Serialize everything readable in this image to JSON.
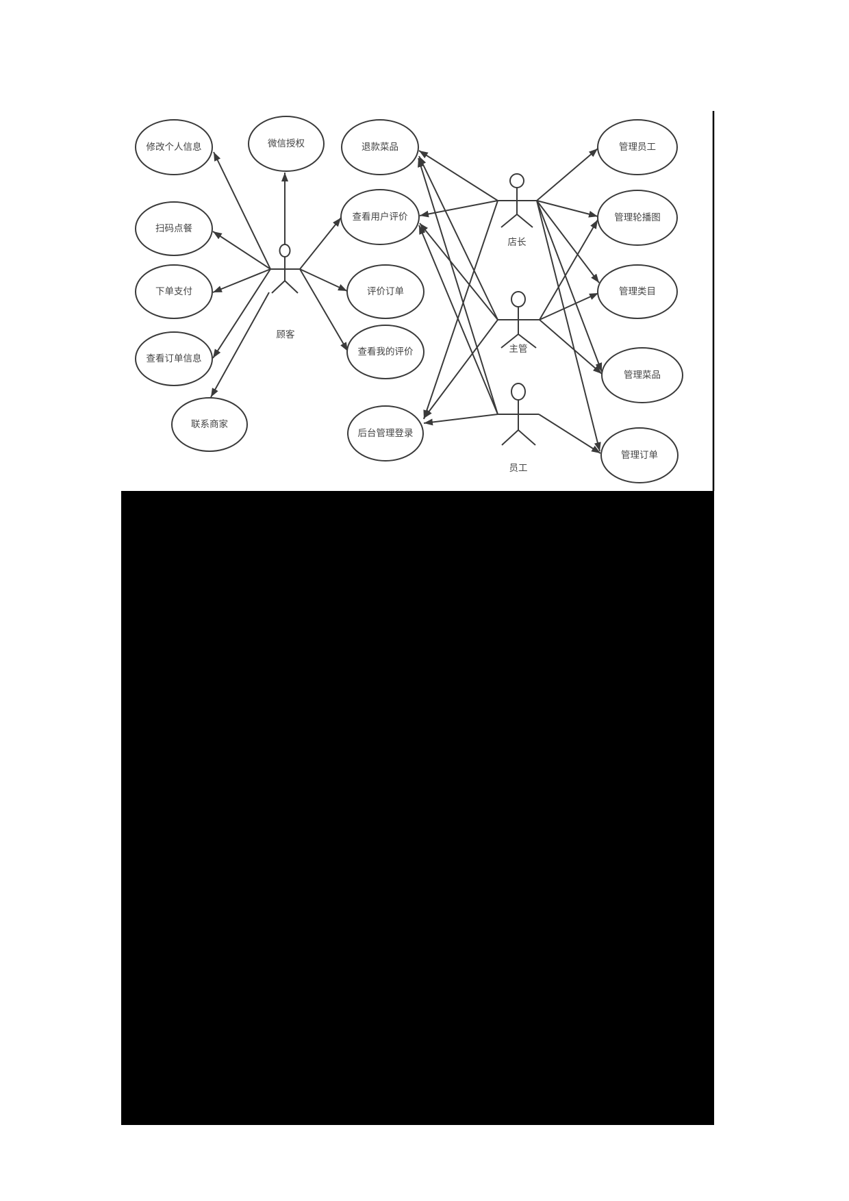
{
  "diagram": {
    "type": "use-case",
    "actors": [
      {
        "id": "customer",
        "label": "顾客"
      },
      {
        "id": "store_manager",
        "label": "店长"
      },
      {
        "id": "supervisor",
        "label": "主管"
      },
      {
        "id": "staff",
        "label": "员工"
      }
    ],
    "use_cases": [
      {
        "id": "edit_profile",
        "label": "修改个人信息"
      },
      {
        "id": "wechat_auth",
        "label": "微信授权"
      },
      {
        "id": "scan_order",
        "label": "扫码点餐"
      },
      {
        "id": "place_pay",
        "label": "下单支付"
      },
      {
        "id": "view_orders",
        "label": "查看订单信息"
      },
      {
        "id": "contact_merchant",
        "label": "联系商家"
      },
      {
        "id": "refund_dish",
        "label": "退款菜品"
      },
      {
        "id": "view_user_reviews",
        "label": "查看用户评价"
      },
      {
        "id": "review_order",
        "label": "评价订单"
      },
      {
        "id": "view_my_reviews",
        "label": "查看我的评价"
      },
      {
        "id": "admin_login",
        "label": "后台管理登录"
      },
      {
        "id": "manage_staff",
        "label": "管理员工"
      },
      {
        "id": "manage_carousel",
        "label": "管理轮播图"
      },
      {
        "id": "manage_categories",
        "label": "管理类目"
      },
      {
        "id": "manage_dishes",
        "label": "管理菜品"
      },
      {
        "id": "manage_orders",
        "label": "管理订单"
      }
    ],
    "associations": [
      {
        "actor": "顾客",
        "use_case": "修改个人信息"
      },
      {
        "actor": "顾客",
        "use_case": "微信授权"
      },
      {
        "actor": "顾客",
        "use_case": "扫码点餐"
      },
      {
        "actor": "顾客",
        "use_case": "下单支付"
      },
      {
        "actor": "顾客",
        "use_case": "查看订单信息"
      },
      {
        "actor": "顾客",
        "use_case": "联系商家"
      },
      {
        "actor": "顾客",
        "use_case": "查看用户评价"
      },
      {
        "actor": "顾客",
        "use_case": "评价订单"
      },
      {
        "actor": "顾客",
        "use_case": "查看我的评价"
      },
      {
        "actor": "店长",
        "use_case": "退款菜品"
      },
      {
        "actor": "店长",
        "use_case": "查看用户评价"
      },
      {
        "actor": "店长",
        "use_case": "后台管理登录"
      },
      {
        "actor": "店长",
        "use_case": "管理员工"
      },
      {
        "actor": "店长",
        "use_case": "管理轮播图"
      },
      {
        "actor": "店长",
        "use_case": "管理类目"
      },
      {
        "actor": "店长",
        "use_case": "管理菜品"
      },
      {
        "actor": "店长",
        "use_case": "管理订单"
      },
      {
        "actor": "主管",
        "use_case": "退款菜品"
      },
      {
        "actor": "主管",
        "use_case": "查看用户评价"
      },
      {
        "actor": "主管",
        "use_case": "后台管理登录"
      },
      {
        "actor": "主管",
        "use_case": "管理轮播图"
      },
      {
        "actor": "主管",
        "use_case": "管理类目"
      },
      {
        "actor": "主管",
        "use_case": "管理菜品"
      },
      {
        "actor": "员工",
        "use_case": "退款菜品"
      },
      {
        "actor": "员工",
        "use_case": "查看用户评价"
      },
      {
        "actor": "员工",
        "use_case": "后台管理登录"
      },
      {
        "actor": "员工",
        "use_case": "管理订单"
      }
    ]
  },
  "colors": {
    "line": "#3a3a3a",
    "text": "#444444",
    "background": "#ffffff",
    "redaction_block": "#000000"
  }
}
